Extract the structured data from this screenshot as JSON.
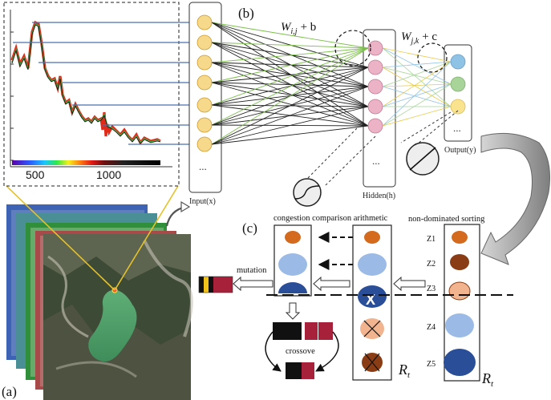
{
  "panels": {
    "a": "(a)",
    "b": "(b)",
    "c": "(c)"
  },
  "spectrum": {
    "ticks": [
      "500",
      "1000"
    ]
  },
  "network": {
    "input_label": "Input(x)",
    "hidden_label": "Hidden(h)",
    "output_label": "Output(y)",
    "ellipsis": "...",
    "weight1": "W",
    "weight1_sub": "i,j",
    "weight1_tail": "+ b",
    "weight2": "W",
    "weight2_sub": "j,k",
    "weight2_tail": "+ c"
  },
  "nsga": {
    "congestion_label": "congestion comparison arithmetic",
    "sorting_label": "non-dominated sorting",
    "mutation_label": "mutation",
    "crossover_label": "crossove",
    "rt_label": "R",
    "rt_sub": "t",
    "z_labels": [
      "Z1",
      "Z2",
      "Z3",
      "Z4",
      "Z5"
    ]
  },
  "colors": {
    "input_node": "#f7d98c",
    "hidden_node": "#ecb2c6",
    "out_blue": "#8fc3e6",
    "out_green": "#a8d49a",
    "out_yellow": "#f9e38f",
    "orange_node": "#d36a1e",
    "brown_node": "#8a3d14",
    "light_blue_node": "#9bbbe6",
    "peach_node": "#f2b48e",
    "dark_blue_node": "#2a4e97",
    "gene_red": "#a8213a",
    "gene_yellow": "#f0c21a"
  }
}
